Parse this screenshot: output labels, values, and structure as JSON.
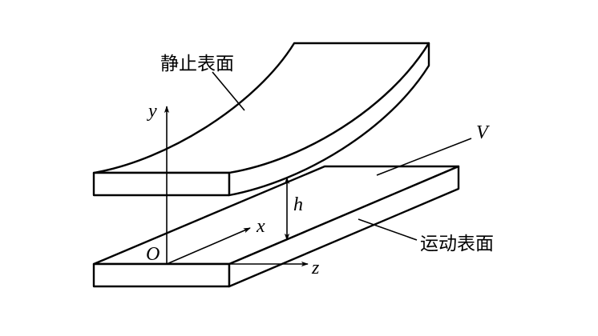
{
  "labels": {
    "stationary_surface": "静止表面",
    "moving_surface": "运动表面",
    "velocity": "V",
    "gap": "h",
    "origin": "O",
    "axis_x": "x",
    "axis_y": "y",
    "axis_z": "z"
  },
  "colors": {
    "line": "#000000",
    "background": "#ffffff"
  }
}
